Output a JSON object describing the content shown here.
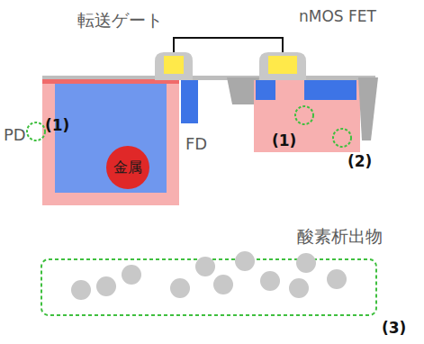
{
  "diagram": {
    "nodes": [
      {
        "text": [
          "金属"
        ]
      }
    ],
    "labels": [
      "転送ゲート",
      "nMOS FET",
      "PD",
      "(1)",
      "FD",
      "(1)",
      "(2)",
      "酸素析出物",
      "(3)"
    ]
  }
}
